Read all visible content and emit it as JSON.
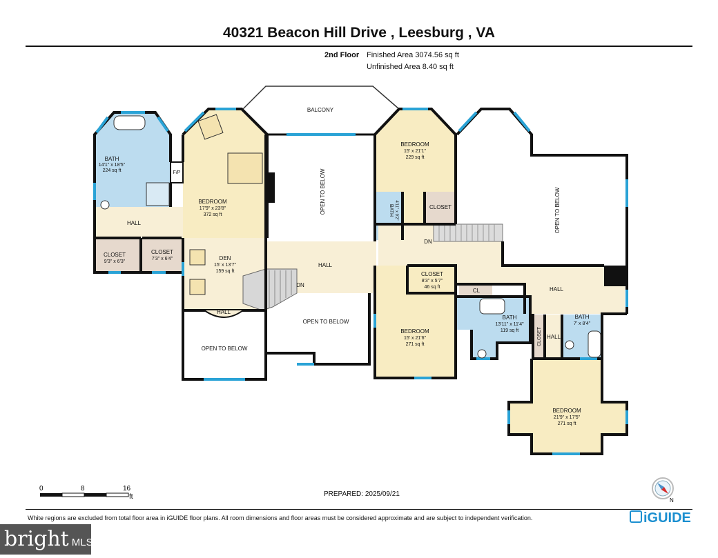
{
  "header": {
    "address": "40321 Beacon Hill Drive , Leesburg , VA",
    "floor": "2nd Floor",
    "finished_area": "Finished Area 3074.56 sq ft",
    "unfinished_area": "Unfinished Area 8.40 sq ft"
  },
  "rooms": {
    "bath_master": {
      "name": "BATH",
      "dims": "14'1\" x 18'5\"",
      "area": "224 sq ft"
    },
    "fp": "F/P",
    "bedroom_master": {
      "name": "BEDROOM",
      "dims": "17'9\" x 23'8\"",
      "area": "372 sq ft"
    },
    "hall_left": "HALL",
    "closet_a": {
      "name": "CLOSET",
      "dims": "9'3\" x 6'3\""
    },
    "closet_b": {
      "name": "CLOSET",
      "dims": "7'3\" x 6'4\""
    },
    "den": {
      "name": "DEN",
      "dims": "15' x 13'7\"",
      "area": "159 sq ft"
    },
    "hall_den": "HALL",
    "balcony": "BALCONY",
    "open_below_1": "OPEN TO BELOW",
    "hall_center": "HALL",
    "dn_1": "DN",
    "open_below_2": "OPEN TO BELOW",
    "open_below_3": "OPEN TO BELOW",
    "bedroom_2": {
      "name": "BEDROOM",
      "dims": "15' x 21'1\"",
      "area": "229 sq ft"
    },
    "bath_small": {
      "name": "BATH",
      "dims": "4'11\" x 9'2\""
    },
    "closet_c": "CLOSET",
    "dn_2": "DN",
    "open_below_4": "OPEN TO BELOW",
    "closet_d": {
      "name": "CLOSET",
      "dims": "8'3\" x 5'7\"",
      "area": "46 sq ft"
    },
    "cl": "CL",
    "hall_right": "HALL",
    "bedroom_3": {
      "name": "BEDROOM",
      "dims": "15' x 21'6\"",
      "area": "271 sq ft"
    },
    "bath_3": {
      "name": "BATH",
      "dims": "13'11\" x 11'4\"",
      "area": "119 sq ft"
    },
    "closet_e": "CLOSET",
    "hall_small": "HALL",
    "bath_4": {
      "name": "BATH",
      "dims": "7' x 8'4\""
    },
    "bedroom_4": {
      "name": "BEDROOM",
      "dims": "21'9\" x 17'5\"",
      "area": "271 sq ft"
    }
  },
  "scale": {
    "ticks": [
      "0",
      "8",
      "16"
    ],
    "unit": "ft"
  },
  "prepared": "PREPARED: 2025/09/21",
  "compass_label": "N",
  "disclaimer": "White regions are excluded from total floor area in iGUIDE floor plans. All room dimensions and floor areas must be considered approximate and are subject to independent verification.",
  "brand": "iGUIDE",
  "watermark": {
    "main": "bright",
    "sub": "MLS"
  },
  "colors": {
    "bedroom": "#f8ecc2",
    "bath": "#bcdcef",
    "closet": "#e6d9cd",
    "hall": "#f8efd6",
    "wall": "#111111",
    "window": "#2aa3d6"
  }
}
